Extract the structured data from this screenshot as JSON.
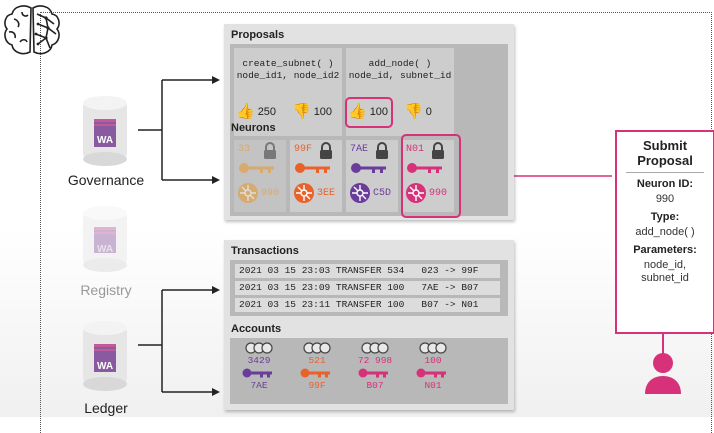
{
  "canisters": [
    {
      "badge": "WA",
      "label": "Governance",
      "faded": false
    },
    {
      "badge": "WA",
      "label": "Registry",
      "faded": true
    },
    {
      "badge": "WA",
      "label": "Ledger",
      "faded": false
    }
  ],
  "governance_panel": {
    "proposals_title": "Proposals",
    "proposals": [
      {
        "line1": "create_subnet( )",
        "line2": "node_id1, node_id2",
        "up": "250",
        "down": "100"
      },
      {
        "line1": "add_node( )",
        "line2": "node_id, subnet_id",
        "up": "100",
        "down": "0"
      }
    ],
    "neurons_title": "Neurons",
    "neurons": [
      {
        "id": "33",
        "node": "990",
        "color": "#f2a030",
        "faded": true
      },
      {
        "id": "99F",
        "node": "3EE",
        "color": "#e8622a",
        "faded": false
      },
      {
        "id": "7AE",
        "node": "C5D",
        "color": "#6a3d9a",
        "faded": false
      },
      {
        "id": "N01",
        "node": "990",
        "color": "#d7317a",
        "faded": false
      }
    ]
  },
  "ledger_panel": {
    "transactions_title": "Transactions",
    "transactions": [
      "2021 03 15 23:03 TRANSFER 534   023 -> 99F",
      "2021 03 15 23:09 TRANSFER 100   7AE -> B07",
      "2021 03 15 23:11 TRANSFER 100   B07 -> N01"
    ],
    "accounts_title": "Accounts",
    "accounts": [
      {
        "amount": "3429",
        "id": "7AE",
        "color": "#6a3d9a"
      },
      {
        "amount": "521",
        "id": "99F",
        "color": "#e8622a"
      },
      {
        "amount": "72 998",
        "id": "B07",
        "color": "#d7317a"
      },
      {
        "amount": "100",
        "id": "N01",
        "color": "#d7317a"
      }
    ]
  },
  "submit_proposal": {
    "title_line1": "Submit",
    "title_line2": "Proposal",
    "neuron_label": "Neuron ID:",
    "neuron_value": "990",
    "type_label": "Type:",
    "type_value": "add_node( )",
    "params_label": "Parameters:",
    "params_line1": "node_id,",
    "params_line2": "subnet_id"
  },
  "colors": {
    "accent": "#d7317a",
    "thumb": "#f2b134",
    "purple": "#6a3d9a",
    "orange": "#e8622a",
    "panel": "#e2e2e2",
    "panel_inner": "#b8b8b8"
  }
}
